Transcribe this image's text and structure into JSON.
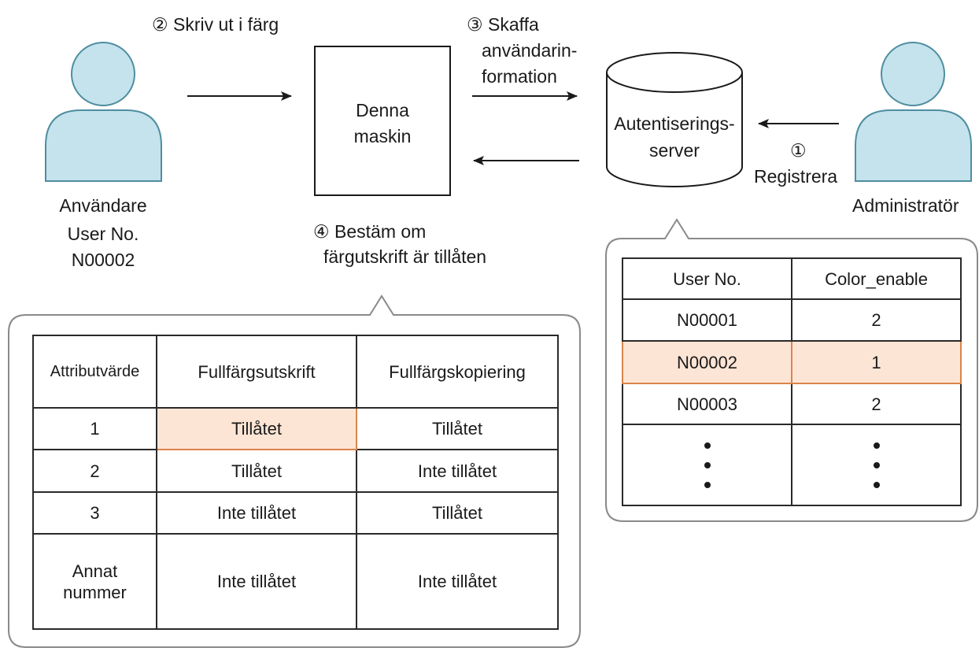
{
  "colors": {
    "person_fill": "#c5e3ec",
    "person_stroke": "#4e8ea0",
    "highlight_fill": "#fde5d5",
    "highlight_border": "#d9854a",
    "callout_border": "#8a8a8a"
  },
  "user": {
    "role": "Användare",
    "number_label": "User No.",
    "number": "N00002"
  },
  "admin": {
    "role": "Administratör"
  },
  "machine": {
    "line1": "Denna",
    "line2": "maskin"
  },
  "server": {
    "line1": "Autentiserings-",
    "line2": "server"
  },
  "steps": {
    "s1_num": "①",
    "s1_text": "Registrera",
    "s2": "② Skriv ut i färg",
    "s3_line1": "③ Skaffa",
    "s3_line2": "användarin-",
    "s3_line3": "formation",
    "s4_line1": "④ Bestäm om",
    "s4_line2": "färgutskrift är tillåten"
  },
  "attr_table": {
    "headers": [
      "Attributvärde",
      "Fullfärgsutskrift",
      "Fullfärgskopiering"
    ],
    "rows": [
      [
        "1",
        "Tillåtet",
        "Tillåtet"
      ],
      [
        "2",
        "Tillåtet",
        "Inte tillåtet"
      ],
      [
        "3",
        "Inte tillåtet",
        "Tillåtet"
      ],
      [
        "Annat nummer",
        "Inte tillåtet",
        "Inte tillåtet"
      ]
    ],
    "last_row_col1_line1": "Annat",
    "last_row_col1_line2": "nummer"
  },
  "user_table": {
    "headers": [
      "User No.",
      "Color_enable"
    ],
    "rows": [
      [
        "N00001",
        "2"
      ],
      [
        "N00002",
        "1"
      ],
      [
        "N00003",
        "2"
      ]
    ]
  }
}
